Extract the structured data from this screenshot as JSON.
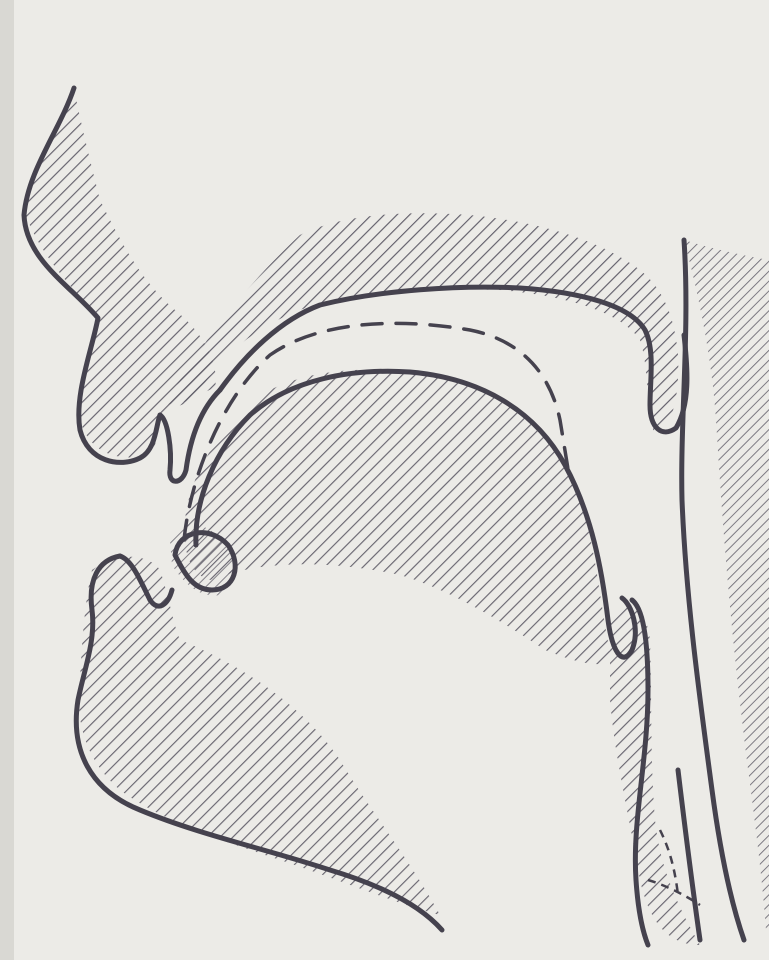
{
  "diagram": {
    "subject": "sagittal-section-vocal-tract",
    "style": "hatched-line-drawing",
    "colors": {
      "paper": "#ecebe7",
      "ink": "#45424e",
      "hatch": "#5a5763"
    },
    "parts": [
      "upper-lip",
      "upper-teeth",
      "hard-palate",
      "soft-palate",
      "tongue",
      "lower-lip",
      "lower-teeth",
      "chin",
      "pharynx-wall",
      "epiglottis",
      "larynx"
    ]
  }
}
